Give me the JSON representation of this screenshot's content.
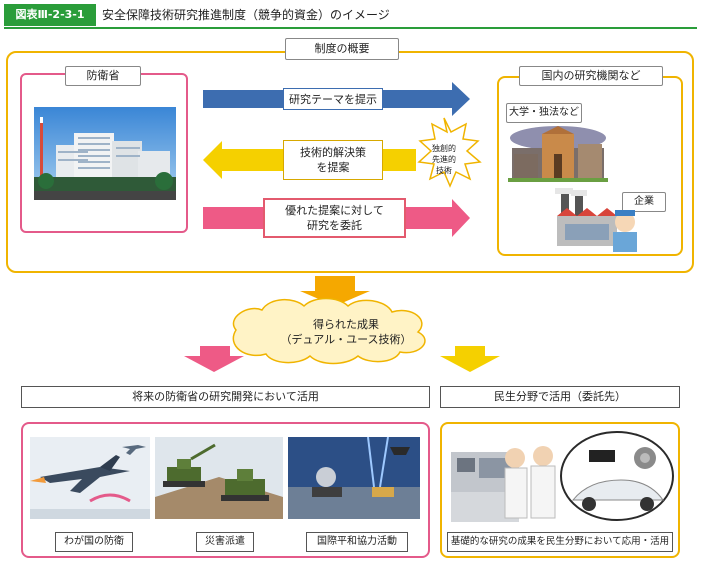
{
  "header": {
    "figure_number": "図表Ⅲ-2-3-1",
    "title": "安全保障技術研究推進制度（競争的資金）のイメージ"
  },
  "overview": {
    "label": "制度の概要",
    "mod_label": "防衛省",
    "institutions_label": "国内の研究機関など",
    "university_label": "大学・独法など",
    "company_label": "企業",
    "arrow1_text": "研究テーマを提示",
    "arrow2_text": "技術的解決策\nを提案",
    "arrow3_text": "優れた提案に対して\n研究を委託",
    "burst_text": "独創的\n先進的\n技術"
  },
  "result": {
    "cloud_text": "得られた成果\n（デュアル・ユース技術）"
  },
  "bottom": {
    "future_use_label": "将来の防衛省の研究開発において活用",
    "civil_use_label": "民生分野で活用（委託先）",
    "captions": {
      "defense": "わが国の防衛",
      "disaster": "災害派遣",
      "international": "国際平和協力活動",
      "civil": "基礎的な研究の成果を民生分野において応用・活用"
    }
  },
  "colors": {
    "header_green": "#2a9d3a",
    "frame_orange": "#f0b400",
    "mod_pink": "#e45a8a",
    "arrow_blue": "#3d6db0",
    "arrow_yellow": "#f5d000",
    "arrow_pink": "#ee5a86",
    "down_orange": "#f5a800"
  }
}
